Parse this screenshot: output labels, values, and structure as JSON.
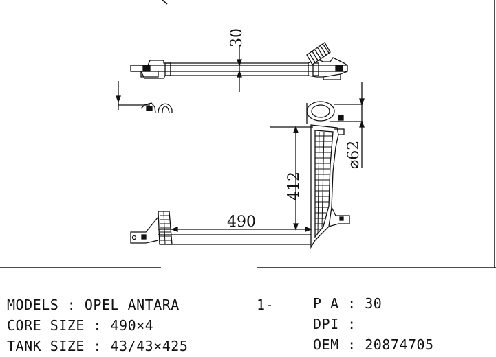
{
  "drawing": {
    "dimensions": {
      "flange_height": "30",
      "core_height": "412",
      "core_width": "490",
      "pipe_diameter": "⌀62"
    }
  },
  "specs": {
    "models_label": "MODELS",
    "models_value": "OPEL ANTARA",
    "core_size_label": "CORE SIZE",
    "core_size_value": "490×4",
    "tank_size_label": "TANK SIZE",
    "tank_size_value": "43/43×425",
    "item_number": "1-",
    "pa_label": "P A",
    "pa_value": "30",
    "dpi_label": "DPI",
    "dpi_value": "",
    "oem_label": "OEM",
    "oem_value": "20874705"
  }
}
